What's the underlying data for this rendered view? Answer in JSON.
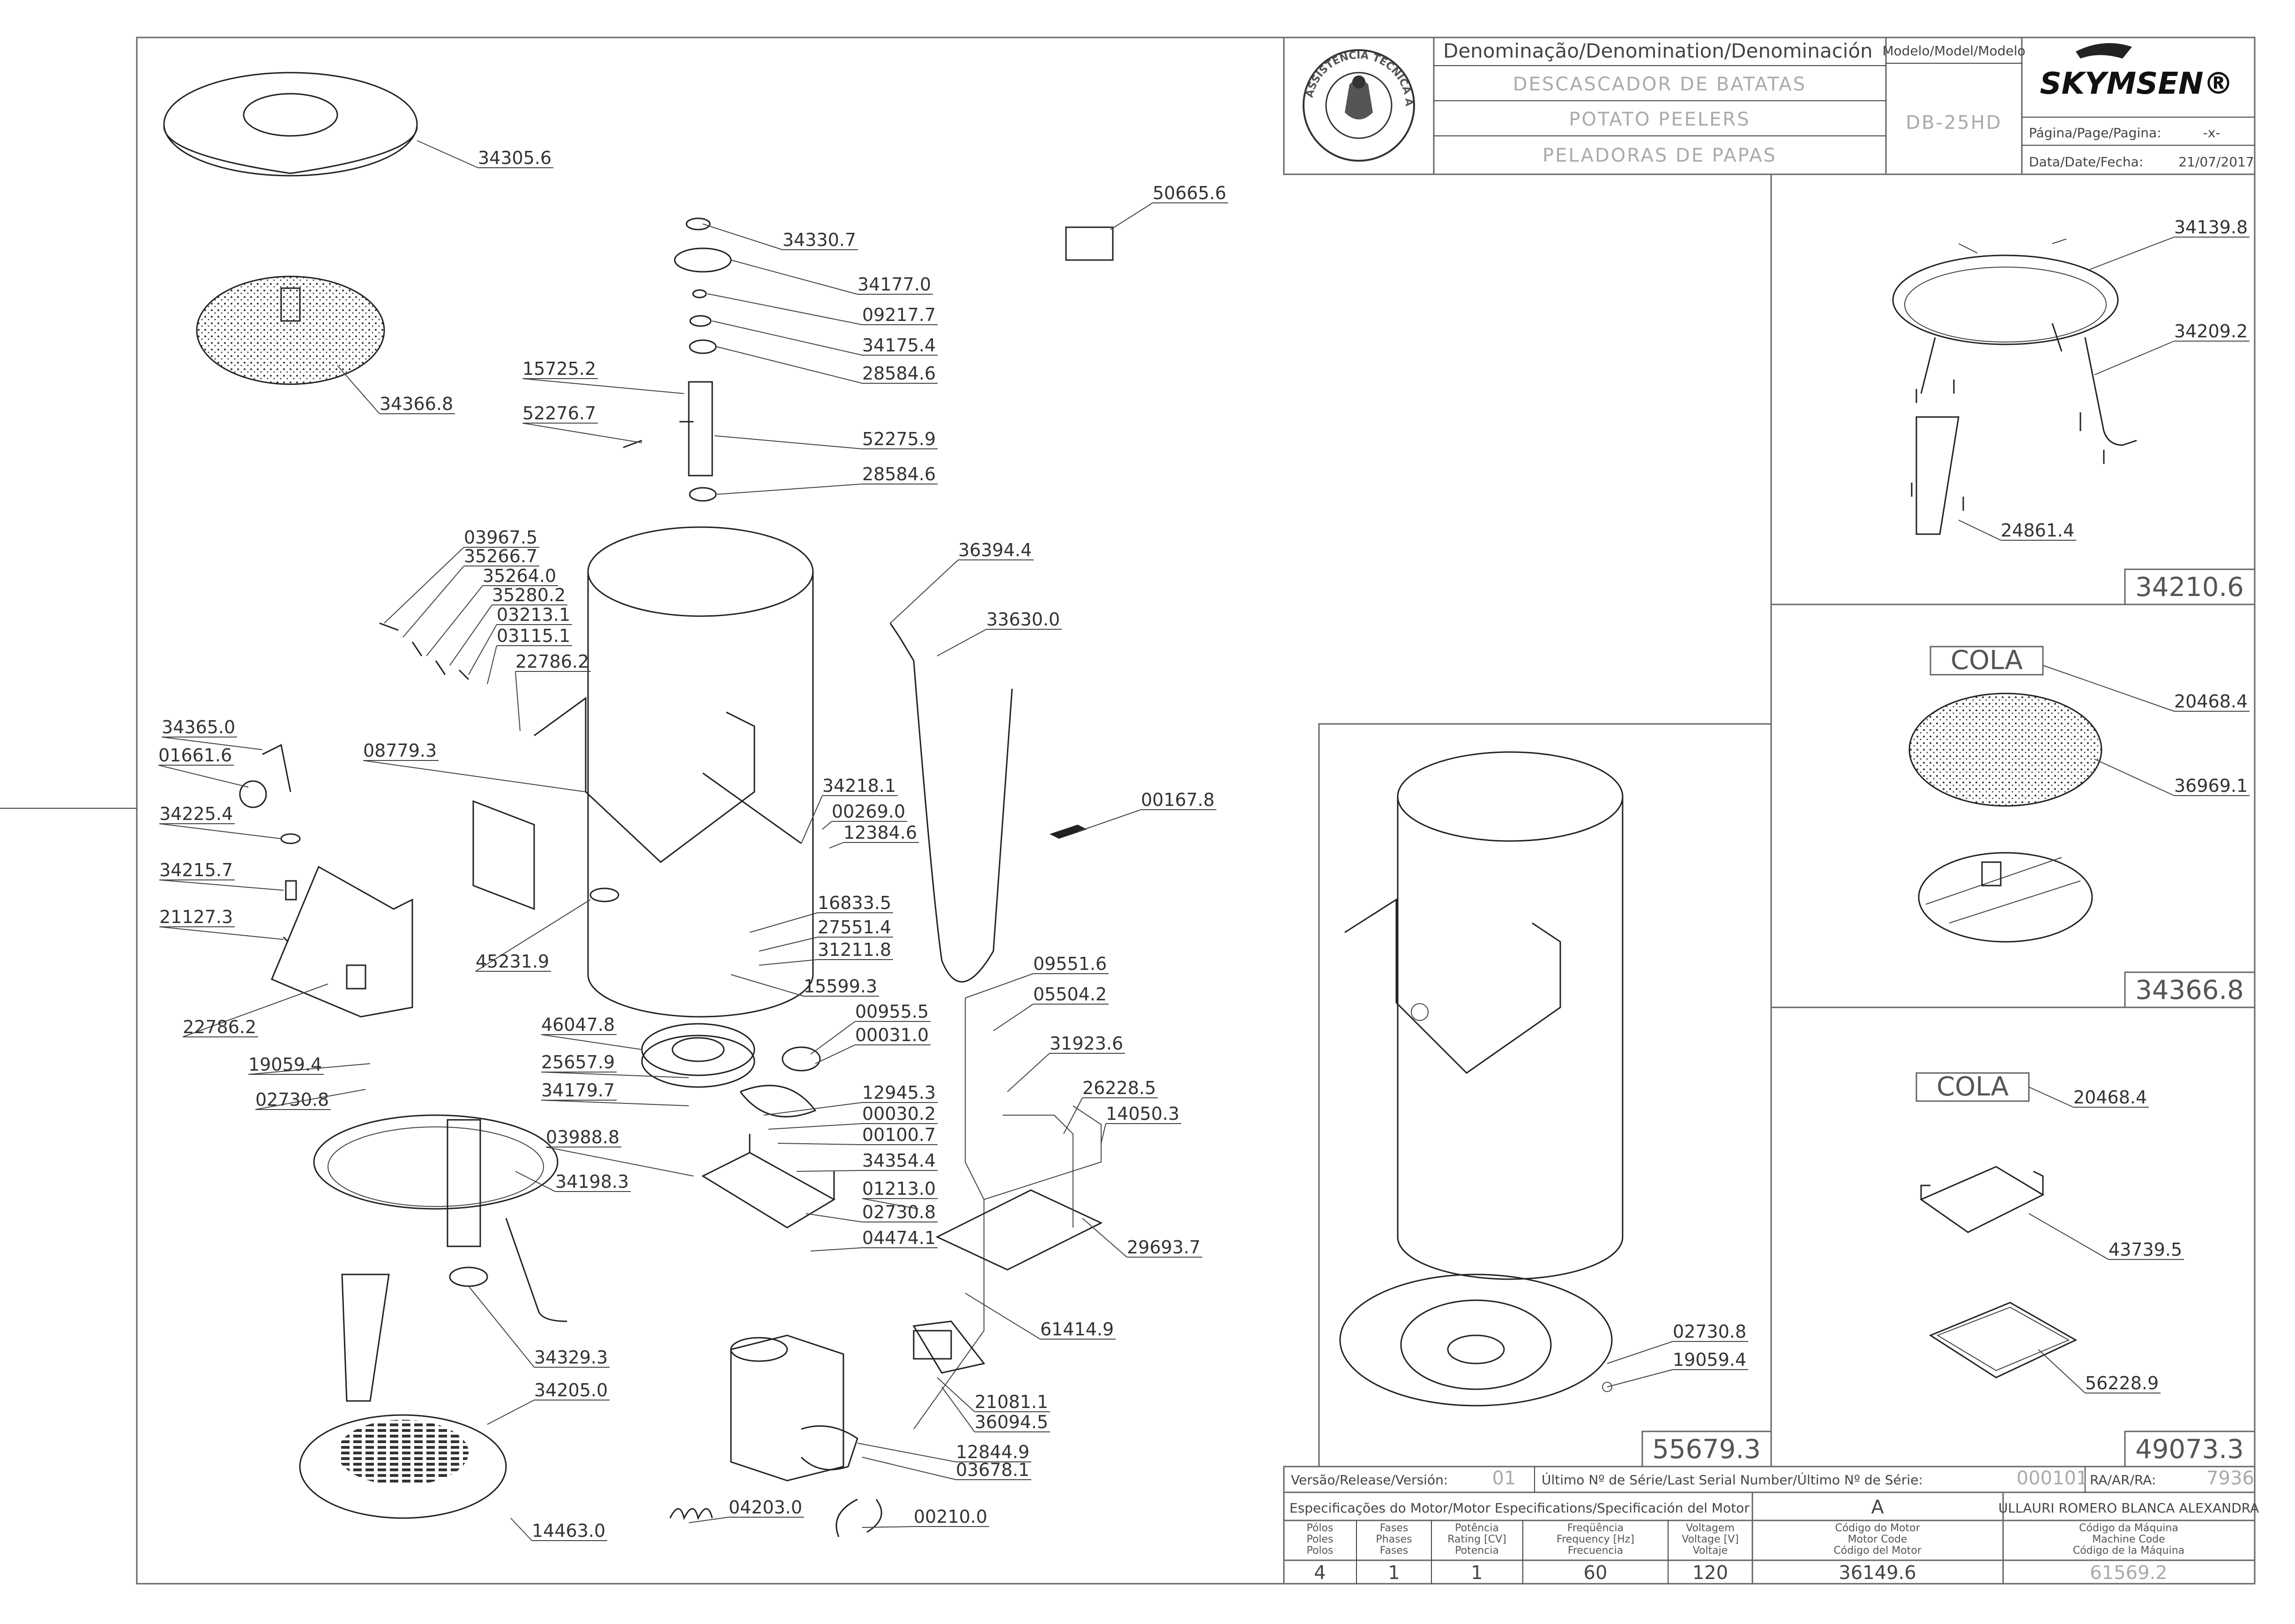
{
  "header": {
    "denomination_label": "Denominação/Denomination/Denominación",
    "desc_pt": "DESCASCADOR DE BATATAS",
    "desc_en": "POTATO PEELERS",
    "desc_es": "PELADORAS DE PAPAS",
    "model_label": "Modelo/Model/Modelo",
    "model_value": "DB-25HD",
    "brand": "SKYMSEN®",
    "page_label": "Página/Page/Pagina:",
    "page_value": "-x-",
    "date_label": "Data/Date/Fecha:",
    "date_value": "21/07/2017",
    "seal_text": "ASSISTÊNCIA TÉCNICA AUTORIZADA"
  },
  "parts": [
    {
      "code": "34305.6"
    },
    {
      "code": "34366.8"
    },
    {
      "code": "34330.7"
    },
    {
      "code": "34177.0"
    },
    {
      "code": "09217.7"
    },
    {
      "code": "34175.4"
    },
    {
      "code": "28584.6"
    },
    {
      "code": "15725.2"
    },
    {
      "code": "52276.7"
    },
    {
      "code": "52275.9"
    },
    {
      "code": "28584.6"
    },
    {
      "code": "50665.6"
    },
    {
      "code": "03967.5"
    },
    {
      "code": "35266.7"
    },
    {
      "code": "35264.0"
    },
    {
      "code": "35280.2"
    },
    {
      "code": "03213.1"
    },
    {
      "code": "03115.1"
    },
    {
      "code": "22786.2"
    },
    {
      "code": "34365.0"
    },
    {
      "code": "01661.6"
    },
    {
      "code": "08779.3"
    },
    {
      "code": "34225.4"
    },
    {
      "code": "34215.7"
    },
    {
      "code": "21127.3"
    },
    {
      "code": "22786.2"
    },
    {
      "code": "45231.9"
    },
    {
      "code": "36394.4"
    },
    {
      "code": "33630.0"
    },
    {
      "code": "34218.1"
    },
    {
      "code": "00269.0"
    },
    {
      "code": "12384.6"
    },
    {
      "code": "00167.8"
    },
    {
      "code": "16833.5"
    },
    {
      "code": "27551.4"
    },
    {
      "code": "31211.8"
    },
    {
      "code": "15599.3"
    },
    {
      "code": "46047.8"
    },
    {
      "code": "00955.5"
    },
    {
      "code": "00031.0"
    },
    {
      "code": "25657.9"
    },
    {
      "code": "34179.7"
    },
    {
      "code": "09551.6"
    },
    {
      "code": "05504.2"
    },
    {
      "code": "31923.6"
    },
    {
      "code": "12945.3"
    },
    {
      "code": "00030.2"
    },
    {
      "code": "00100.7"
    },
    {
      "code": "34354.4"
    },
    {
      "code": "01213.0"
    },
    {
      "code": "02730.8"
    },
    {
      "code": "04474.1"
    },
    {
      "code": "26228.5"
    },
    {
      "code": "14050.3"
    },
    {
      "code": "29693.7"
    },
    {
      "code": "19059.4"
    },
    {
      "code": "02730.8"
    },
    {
      "code": "03988.8"
    },
    {
      "code": "34198.3"
    },
    {
      "code": "61414.9"
    },
    {
      "code": "34329.3"
    },
    {
      "code": "34205.0"
    },
    {
      "code": "21081.1"
    },
    {
      "code": "36094.5"
    },
    {
      "code": "12844.9"
    },
    {
      "code": "03678.1"
    },
    {
      "code": "14463.0"
    },
    {
      "code": "04203.0"
    },
    {
      "code": "00210.0"
    }
  ],
  "panels": {
    "stand": {
      "ref": "34210.6",
      "labels": [
        "34139.8",
        "34209.2",
        "24861.4"
      ]
    },
    "disc": {
      "ref": "34366.8",
      "cola": "COLA",
      "labels": [
        "20468.4",
        "36969.1"
      ]
    },
    "body": {
      "ref": "55679.3",
      "labels": [
        "02730.8",
        "19059.4"
      ]
    },
    "pad": {
      "ref": "49073.3",
      "cola": "COLA",
      "labels": [
        "20468.4",
        "43739.5",
        "56228.9"
      ]
    }
  },
  "footer": {
    "version_label": "Versão/Release/Versión:",
    "version_value": "01",
    "serial_label": "Último Nº de Série/Last Serial Number/Último Nº de Série:",
    "serial_value": "000101",
    "ra_label": "RA/AR/RA:",
    "ra_value": "7936",
    "motor_spec_label": "Especificações do Motor/Motor Especifications/Specificación del Motor",
    "motor_rev": "A",
    "author": "ULLAURI ROMERO BLANCA ALEXANDRA",
    "columns": [
      {
        "l1": "Pólos",
        "l2": "Poles",
        "l3": "Polos",
        "value": "4"
      },
      {
        "l1": "Fases",
        "l2": "Phases",
        "l3": "Fases",
        "value": "1"
      },
      {
        "l1": "Potência",
        "l2": "Rating [CV]",
        "l3": "Potencia",
        "value": "1"
      },
      {
        "l1": "Freqüência",
        "l2": "Frequency [Hz]",
        "l3": "Frecuencia",
        "value": "60"
      },
      {
        "l1": "Voltagem",
        "l2": "Voltage [V]",
        "l3": "Voltaje",
        "value": "120"
      },
      {
        "l1": "Código do Motor",
        "l2": "Motor Code",
        "l3": "Código del Motor",
        "value": "36149.6"
      },
      {
        "l1": "Código da Máquina",
        "l2": "Machine Code",
        "l3": "Código de la Máquina",
        "value": "61569.2"
      }
    ]
  }
}
